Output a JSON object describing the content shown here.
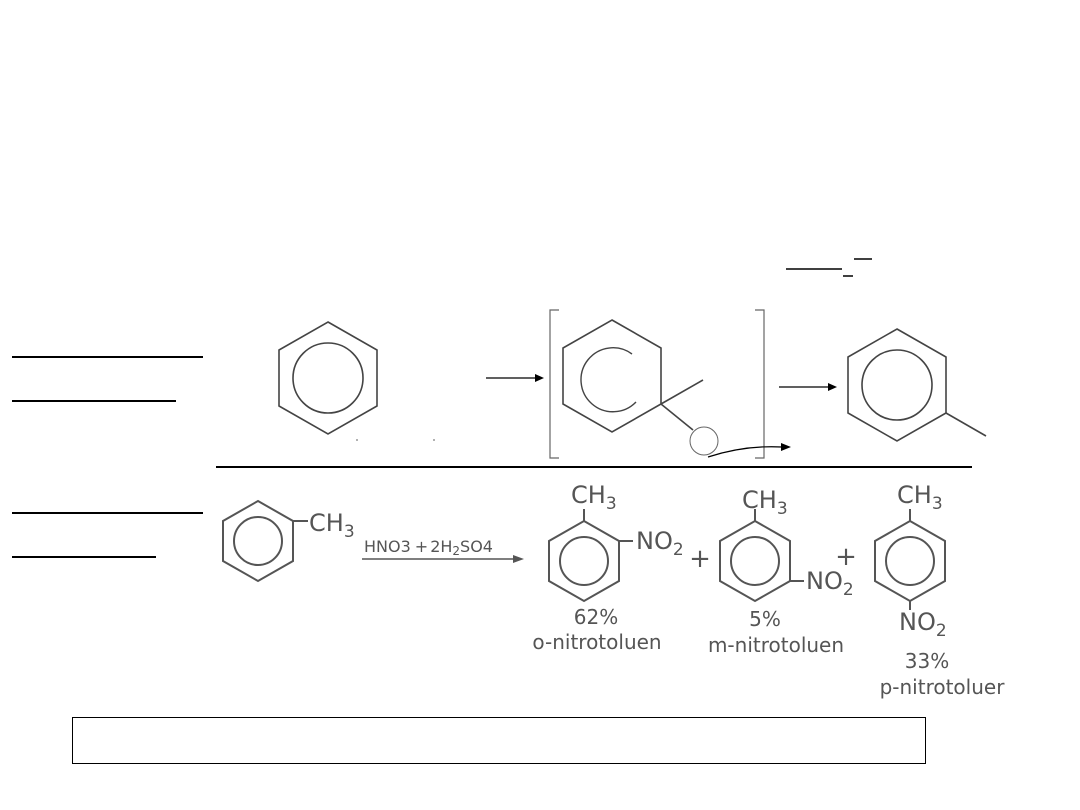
{
  "reagents": {
    "hno3": "HNO",
    "hno3_sub": "3",
    "plus": "+",
    "h2so4_coef": "2H",
    "h2so4_sub1": "2",
    "h2so4_mid": "SO",
    "h2so4_sub2": "4"
  },
  "toluene": {
    "ch": "CH",
    "ch_sub": "3"
  },
  "products": [
    {
      "ch": "CH",
      "ch_sub": "3",
      "no": "NO",
      "no_sub": "2",
      "percent": "62%",
      "name": "o-nitrotoluen"
    },
    {
      "ch": "CH",
      "ch_sub": "3",
      "no": "NO",
      "no_sub": "2",
      "percent": "5%",
      "name": "m-nitrotoluen"
    },
    {
      "ch": "CH",
      "ch_sub": "3",
      "no": "NO",
      "no_sub": "2",
      "percent": "33%",
      "name": "p-nitrotoluer"
    }
  ],
  "plus_sign": "+",
  "colors": {
    "structure_gray": "#555555",
    "line_black": "#000000"
  }
}
